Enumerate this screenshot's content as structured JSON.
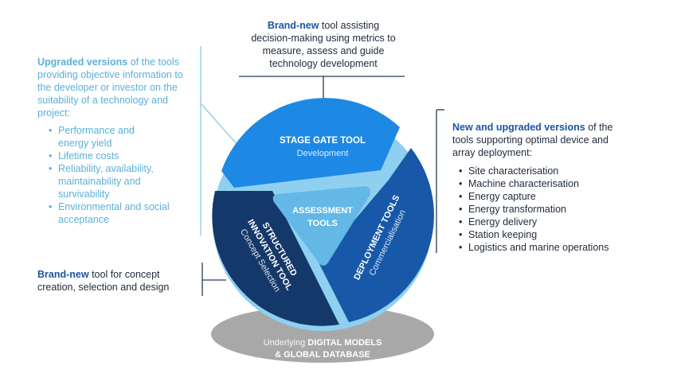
{
  "top_note": {
    "bold": "Brand-new",
    "rest_line1": " tool assisting",
    "line2": "decision-making using metrics to",
    "line3": "measure, assess and guide",
    "line4": "technology development"
  },
  "left_note": {
    "bold": "Upgraded versions",
    "rest_line1": " of the tools",
    "line2": "providing objective information to",
    "line3": "the developer or investor on the",
    "line4": "suitability of a technology and",
    "line5": "project:",
    "items": [
      [
        "Performance and",
        "energy yield"
      ],
      [
        "Lifetime costs"
      ],
      [
        "Reliability, availability,",
        "maintainability and",
        "survivability"
      ],
      [
        "Environmental and social",
        "acceptance"
      ]
    ]
  },
  "right_note": {
    "bold": "New and upgraded versions",
    "rest_line1": " of the",
    "line2": "tools supporting optimal device and",
    "line3": "array deployment:",
    "items": [
      "Site characterisation",
      "Machine characterisation",
      "Energy capture",
      "Energy transformation",
      "Energy delivery",
      "Station keeping",
      "Logistics and marine operations"
    ]
  },
  "bottom_left_note": {
    "bold": "Brand-new",
    "rest_line1": " tool for concept",
    "line2": "creation, selection and design"
  },
  "segments": {
    "stage_gate": {
      "title": "STAGE GATE TOOL",
      "subtitle": "Development"
    },
    "deployment": {
      "title": "DEPLOYMENT TOOLS",
      "subtitle": "Commercialisation"
    },
    "structured": {
      "title_line1": "STRUCTURED",
      "title_line2": "INNOVATION TOOL",
      "subtitle": "Concept Selection"
    },
    "assessment": {
      "line1": "ASSESSMENT",
      "line2": "TOOLS"
    },
    "base": {
      "light": "Underlying ",
      "bold1": "DIGITAL MODELS",
      "bold2": "& GLOBAL DATABASE"
    }
  },
  "colors": {
    "stage_gate": "#1e88e5",
    "deployment": "#1759a8",
    "structured": "#15386b",
    "assessment": "#63b8e6",
    "inner_light": "#8fd0f0",
    "base": "#a8a8a8",
    "connector_light": "#8cc8e4",
    "connector_dark": "#2a3a55"
  }
}
